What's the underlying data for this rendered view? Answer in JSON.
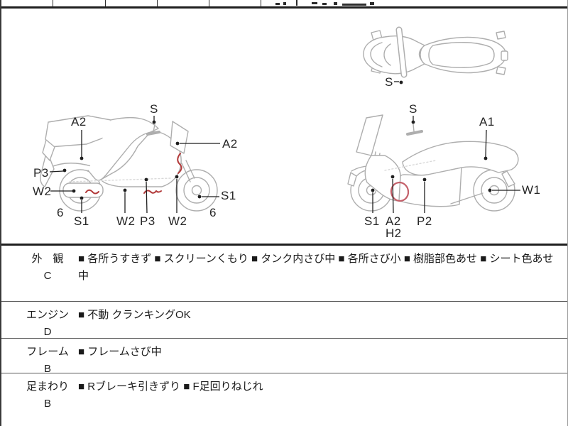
{
  "diagram": {
    "labels": [
      "A2",
      "S",
      "A2",
      "P3",
      "W2",
      "S1",
      "6",
      "W2",
      "P3",
      "W2",
      "S1",
      "6",
      "S",
      "A1",
      "S1",
      "A2",
      "H2",
      "P2",
      "W1",
      "S"
    ]
  },
  "table": {
    "rows": [
      {
        "label": "外　観",
        "grade": "C",
        "lines": [
          "■ 各所うすきず ■ スクリーンくもり ■ タンク内さび中 ■ 各所さび小 ■ 樹脂部色あせ ■ シート色あせ",
          "中"
        ]
      },
      {
        "label": "エンジン",
        "grade": "D",
        "lines": [
          "■ 不動 クランキングOK"
        ]
      },
      {
        "label": "フレーム",
        "grade": "B",
        "lines": [
          "■ フレームさび中"
        ]
      },
      {
        "label": "足まわり",
        "grade": "B",
        "lines": [
          "■ Rブレーキ引きずり ■ F足回りねじれ"
        ]
      }
    ]
  },
  "colors": {
    "annotation_red": "#b23a3a",
    "drawing_gray": "#aeaeae",
    "ink": "#1a1a1a"
  }
}
